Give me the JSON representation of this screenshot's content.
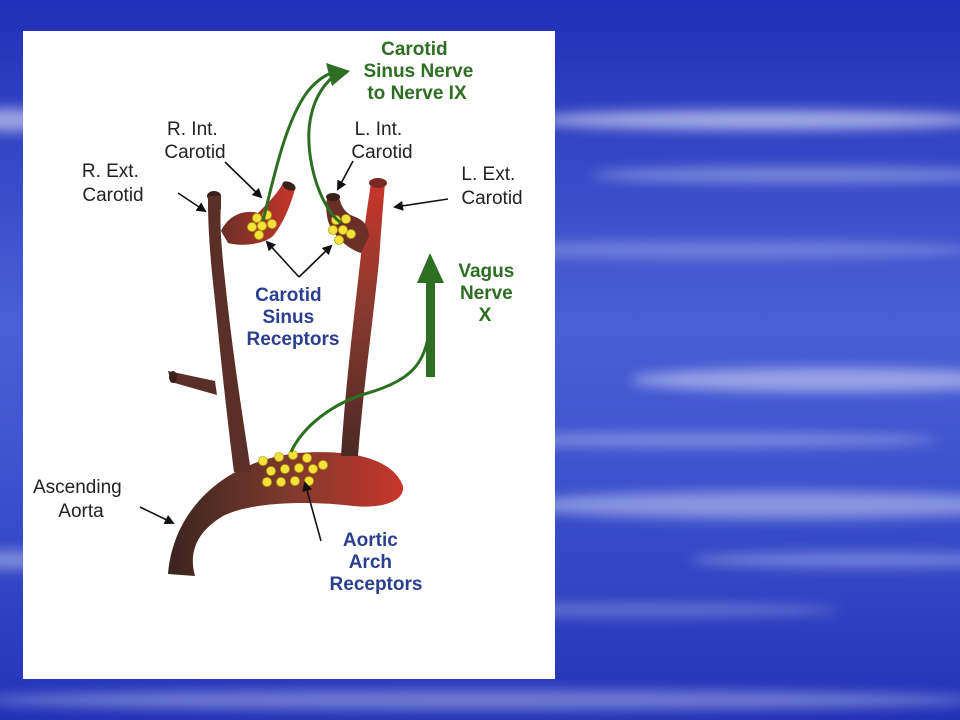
{
  "labels": {
    "carotid_sinus_nerve": [
      "Carotid",
      "Sinus Nerve",
      "to Nerve IX"
    ],
    "r_int_carotid": [
      "R. Int.",
      "Carotid"
    ],
    "l_int_carotid": [
      "L. Int.",
      "Carotid"
    ],
    "r_ext_carotid": [
      "R. Ext.",
      "Carotid"
    ],
    "l_ext_carotid": [
      "L. Ext.",
      "Carotid"
    ],
    "carotid_sinus_receptors": [
      "Carotid",
      "Sinus",
      "Receptors"
    ],
    "vagus_nerve": [
      "Vagus",
      "Nerve",
      "X"
    ],
    "ascending_aorta": [
      "Ascending",
      "Aorta"
    ],
    "aortic_arch_receptors": [
      "Aortic",
      "Arch",
      "Receptors"
    ]
  },
  "colors": {
    "slide_background": "#2f3fc4",
    "vessel_dark": "#4a2a24",
    "vessel_red": "#c0302a",
    "receptor": "#f2e23a",
    "nerve": "#2d6e23",
    "label_blue": "#2b3f8e",
    "label_black": "#222222"
  }
}
